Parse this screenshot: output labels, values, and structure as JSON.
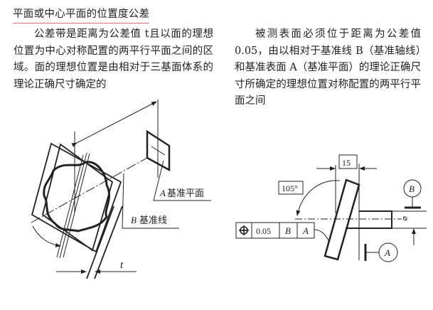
{
  "title": "平面或中心平面的位置度公差",
  "left_paragraph": "公差带是距离为公差值 t且以面的理想位置为中心对称配置的两平行平面之间的区域。面的理想位置是由相对于三基面体系的理论正确尺寸确定的",
  "right_paragraph": "被测表面必须位于距离为公差值 0.05，由以相对于基准线 B（基准轴线）和基准表面 A（基准平面）的理论正确尺寸所确定的理想位置对称配置的两平行平面之间",
  "left_diagram": {
    "label_a_letter": "A",
    "label_a_text": "基准平面",
    "label_b_letter": "B",
    "label_b_text": "基准线",
    "tolerance_symbol": "t"
  },
  "right_diagram": {
    "dimension_width": "15",
    "angle": "105°",
    "feature_control_frame": {
      "symbol_icon": "position-icon",
      "tolerance": "0.05",
      "datum_primary": "B",
      "datum_secondary": "A"
    },
    "datum_b": "B",
    "datum_a": "A",
    "diameter_symbol": "⌀"
  }
}
